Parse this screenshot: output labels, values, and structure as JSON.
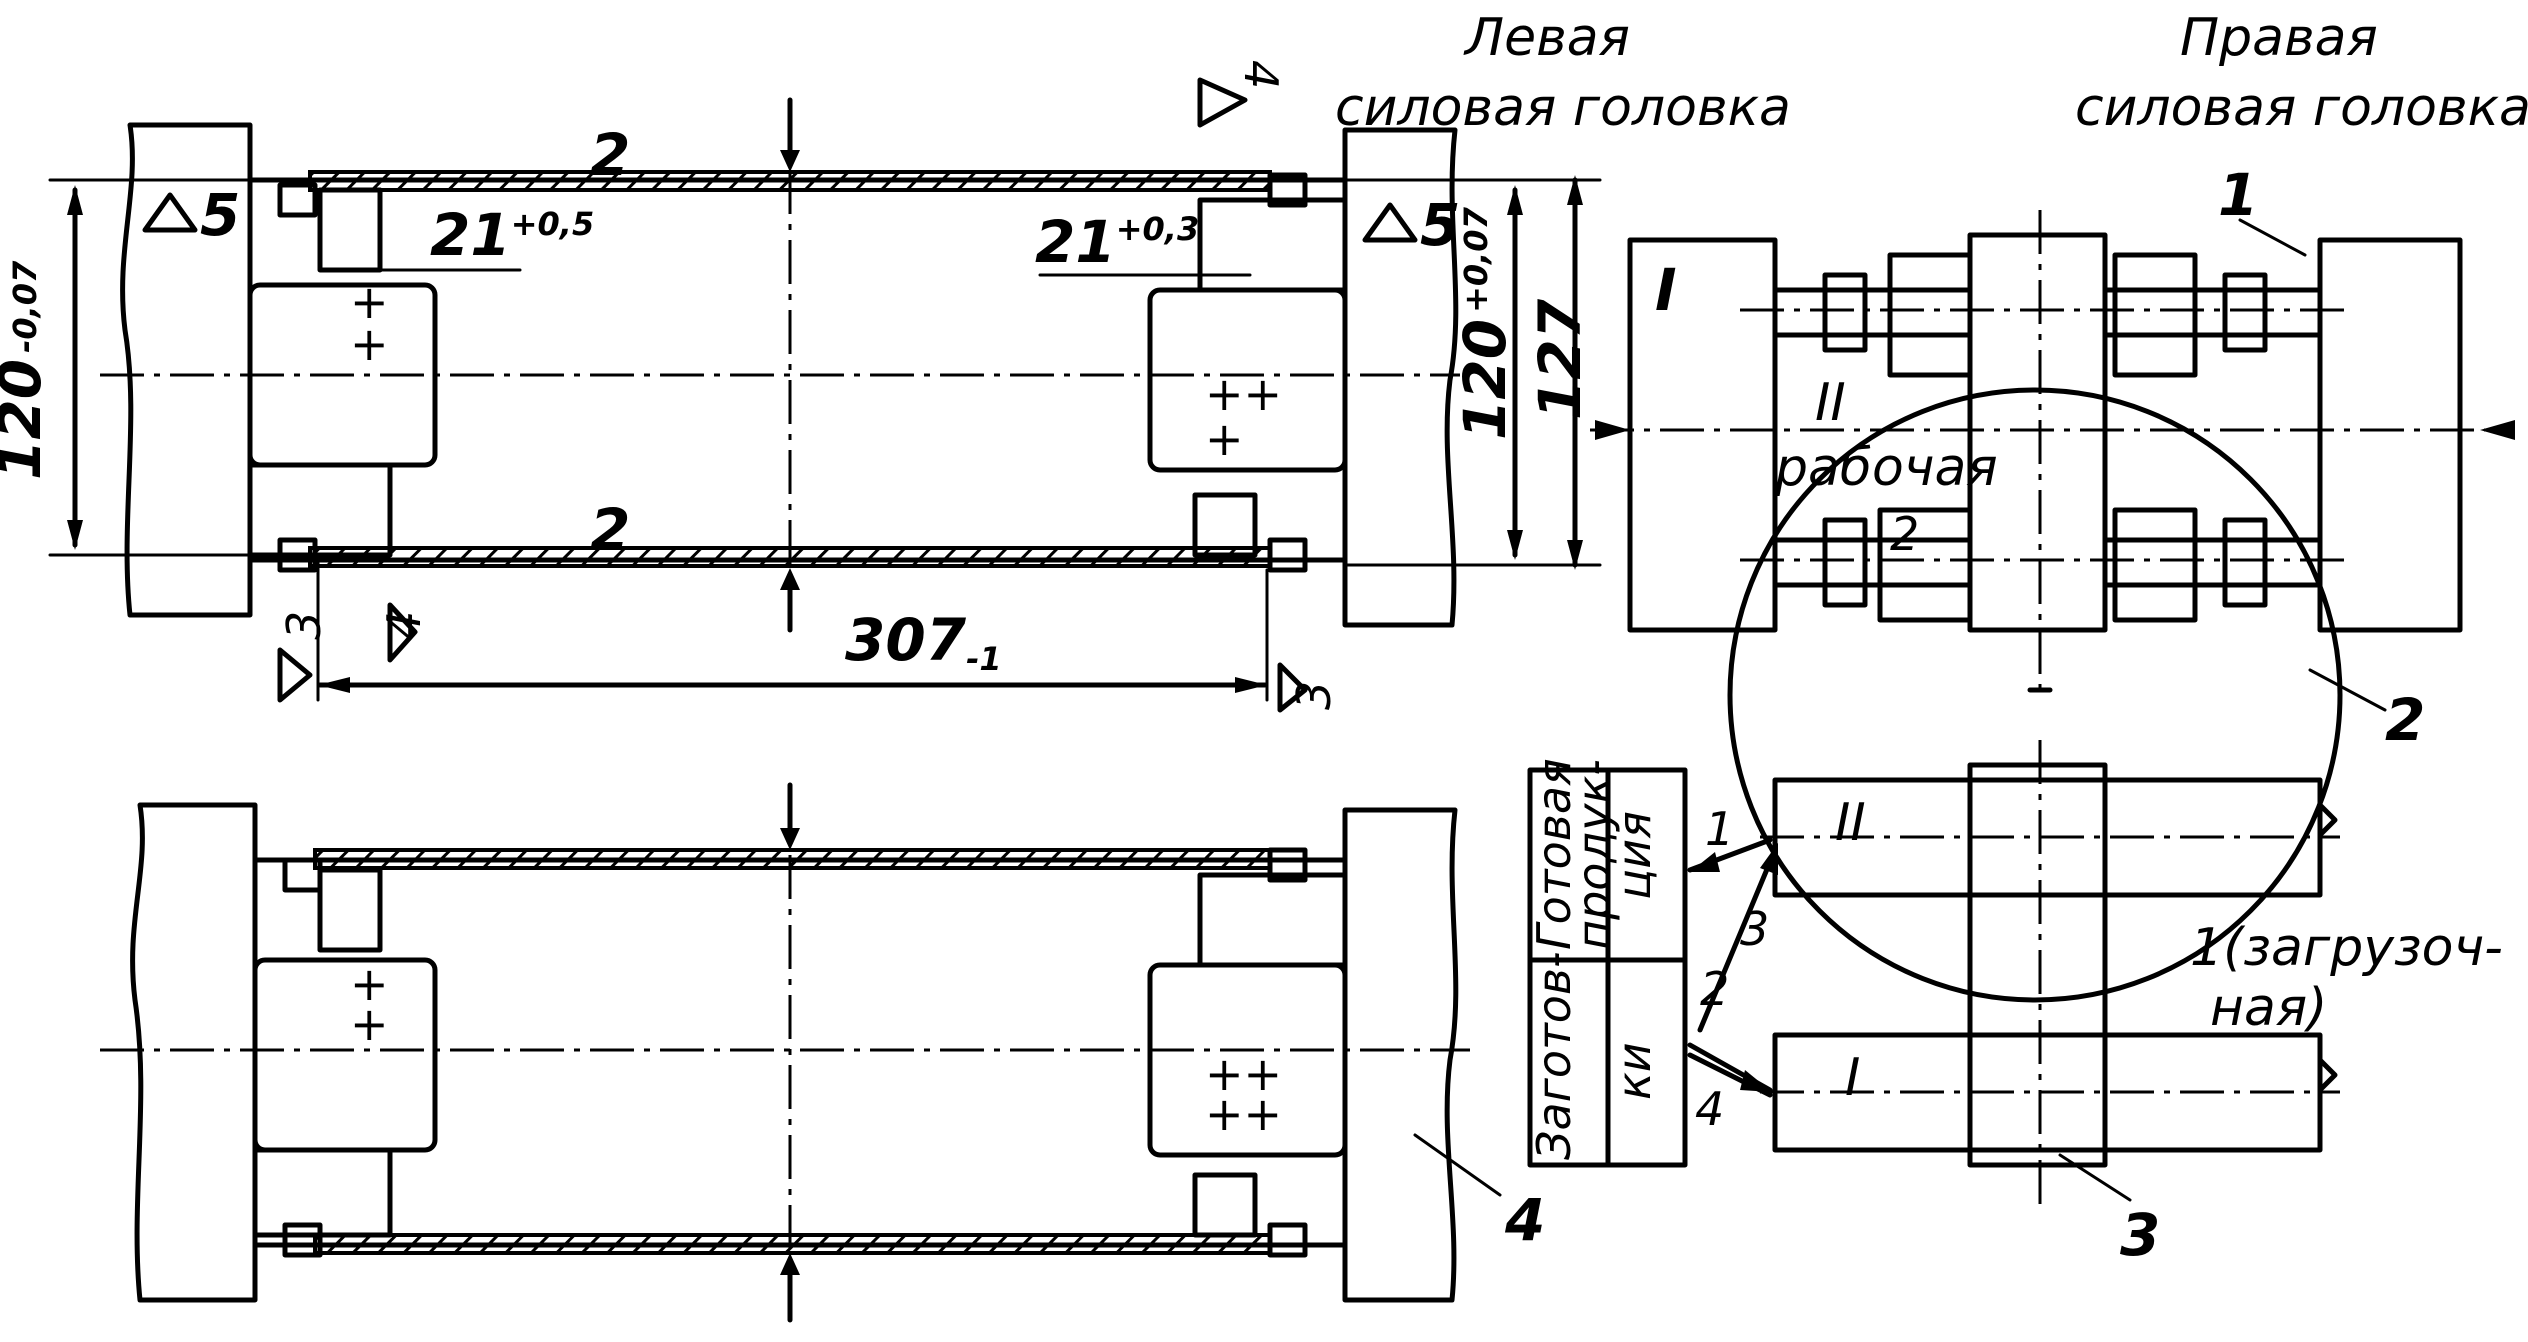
{
  "labels": {
    "left_head_line1": "Левая",
    "left_head_line2": "силовая головка",
    "right_head_line1": "Правая",
    "right_head_line2": "силовая головка",
    "position_ii": "II",
    "working": "рабочая",
    "position_i": "I",
    "loading": "1(загрузоч-",
    "loading2": "ная)",
    "finished_1": "Готовая",
    "finished_2": "продук-",
    "finished_3": "ция",
    "blanks_1": "Заготов-",
    "blanks_2": "ки"
  },
  "dimensions": {
    "d120_minus": "120",
    "d120_minus_tol": "-0,07",
    "d120_plus": "120",
    "d120_plus_tol": "+0,07",
    "d127": "127",
    "d307": "307",
    "d307_tol": "-1",
    "d21_left": "21",
    "d21_left_tol": "+0,5",
    "d21_right": "21",
    "d21_right_tol": "+0,3",
    "finish_5": "5",
    "finish_4": "4",
    "finish_3": "3"
  },
  "callouts": {
    "c1": "1",
    "c2": "2",
    "c3": "3",
    "c4": "4",
    "c_2a": "2",
    "c_2b": "2",
    "c_ii": "II",
    "c_i": "I",
    "c_i_block": "I",
    "c_2_small": "2"
  },
  "arrows": {
    "a1": "1",
    "a2": "2",
    "a3": "3",
    "a4": "4"
  }
}
